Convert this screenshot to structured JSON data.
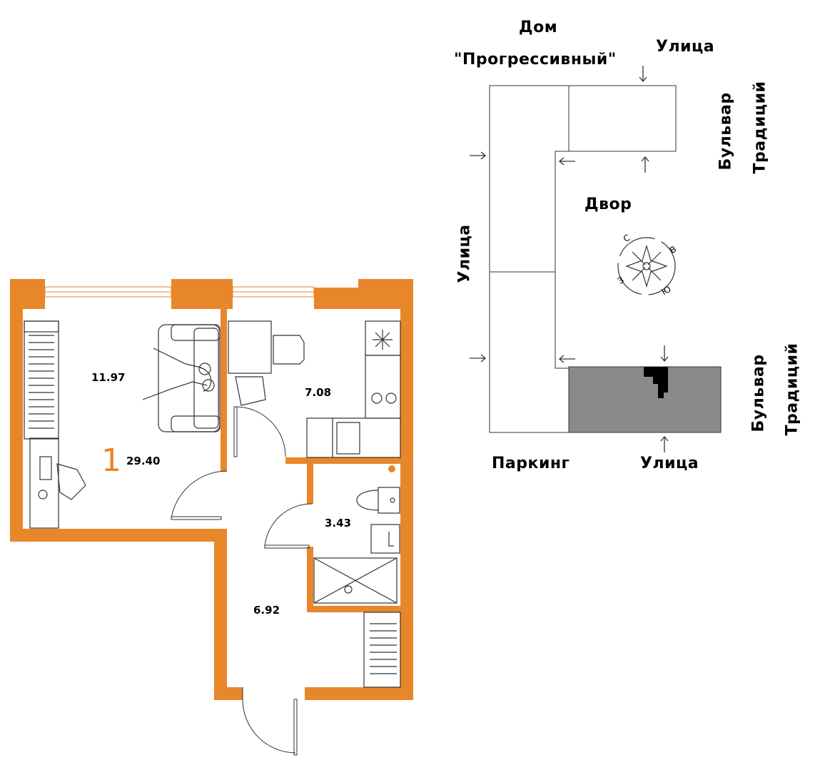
{
  "colors": {
    "wall": "#e8862a",
    "line": "#333333",
    "parking": "#8a8a8a",
    "building_marker": "#000000"
  },
  "floorplan": {
    "room_count": "1",
    "total_area": "29.40",
    "areas": {
      "living_room": "11.97",
      "kitchen": "7.08",
      "bathroom": "3.43",
      "hallway": "6.92"
    }
  },
  "site_plan": {
    "house_name_line1": "Дом",
    "house_name_line2": "\"Прогрессивный\"",
    "street_top": "Улица",
    "street_left": "Улица",
    "street_bottom": "Улица",
    "boulevard_top_line1": "Бульвар",
    "boulevard_top_line2": "Традиций",
    "boulevard_bottom_line1": "Бульвар",
    "boulevard_bottom_line2": "Традиций",
    "courtyard": "Двор",
    "parking": "Паркинг",
    "compass": {
      "north": "С",
      "east": "В",
      "south": "Ю",
      "west": "З"
    }
  }
}
